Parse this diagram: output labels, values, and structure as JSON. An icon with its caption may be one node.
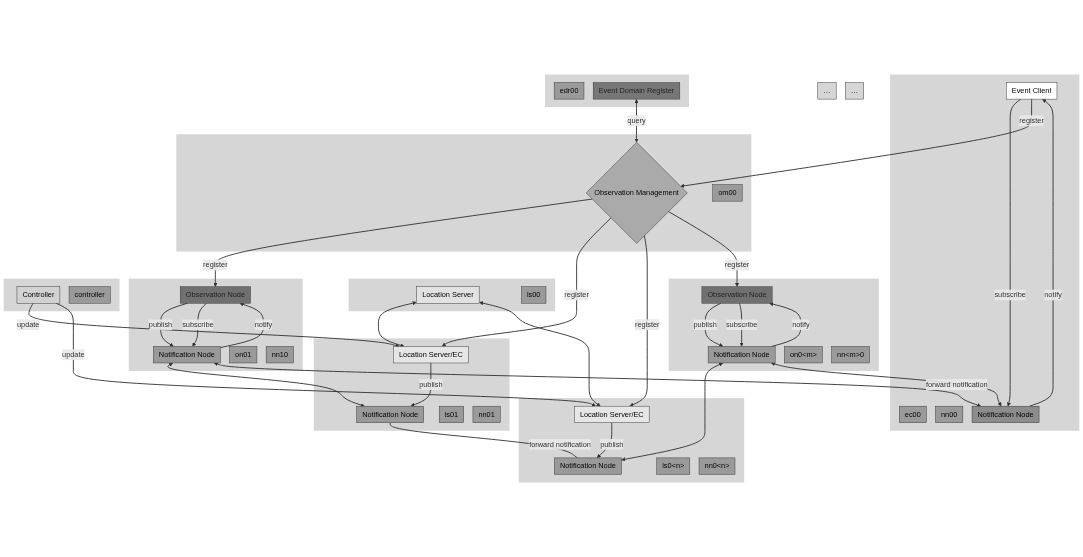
{
  "diagram": {
    "nodes": [
      {
        "text": [],
        "shape": "box"
      },
      {
        "text": [
          "ec00"
        ],
        "in": 0
      },
      {
        "text": [
          "nn00"
        ],
        "in": 0
      },
      {
        "text": [
          "Event Client"
        ],
        "in": 0
      },
      {
        "text": [
          "Notification Node"
        ],
        "in": 0
      },
      {
        "text": [],
        "shape": "box"
      },
      {
        "text": [
          "edr00"
        ],
        "in": 5
      },
      {
        "text": [
          "Event Domain Register"
        ],
        "in": 5
      },
      {
        "text": [],
        "shape": "box"
      },
      {
        "text": [
          "Observation Management"
        ],
        "in": 8
      },
      {
        "text": [
          "om00"
        ],
        "in": 8
      },
      {
        "text": [],
        "shape": "box"
      },
      {
        "text": [
          "Location Server"
        ],
        "in": 11
      },
      {
        "text": [
          "ls00"
        ],
        "in": 11
      },
      {
        "text": [],
        "shape": "box"
      },
      {
        "text": [
          "Observation Node"
        ],
        "in": 14
      },
      {
        "text": [
          "Notification Node"
        ],
        "in": 14
      },
      {
        "text": [
          "on01"
        ],
        "in": 14
      },
      {
        "text": [
          "nn10"
        ],
        "in": 14
      },
      {
        "text": [
          "…"
        ]
      },
      {
        "text": [],
        "shape": "box"
      },
      {
        "text": [
          "Observation Node"
        ],
        "in": 20
      },
      {
        "text": [
          "Notification Node"
        ],
        "in": 20
      },
      {
        "text": [
          "on0<m>"
        ],
        "in": 20
      },
      {
        "text": [
          "nn<m>0"
        ],
        "in": 20
      },
      {
        "text": [],
        "shape": "box"
      },
      {
        "text": [
          "Location Server/EC"
        ],
        "in": 25
      },
      {
        "text": [
          "Notification Node"
        ],
        "in": 25
      },
      {
        "text": [
          "ls01"
        ],
        "in": 25
      },
      {
        "text": [
          "nn01"
        ],
        "in": 25
      },
      {
        "text": [
          "…"
        ]
      },
      {
        "text": [],
        "shape": "box"
      },
      {
        "text": [
          "Location Server/EC"
        ],
        "in": 31
      },
      {
        "text": [
          "Notification Node"
        ],
        "in": 31
      },
      {
        "text": [
          "ls0<n>"
        ],
        "in": 31
      },
      {
        "text": [
          "nn0<n>"
        ],
        "in": 31
      },
      {
        "text": [],
        "shape": "box"
      },
      {
        "text": [
          "Controller"
        ],
        "in": 36
      },
      {
        "text": [
          "controller"
        ],
        "in": 36
      }
    ],
    "edges": [
      {
        "from": 3,
        "to": 4,
        "arrow": "to",
        "label": "subscribe"
      },
      {
        "from": 4,
        "to": 3,
        "arrow": "to",
        "label": "notify"
      },
      {
        "from": 7,
        "to": 9,
        "arrow": "both",
        "label": "query"
      },
      {
        "from": 3,
        "to": 9,
        "arrow": "to",
        "label": "register"
      },
      {
        "from": 9,
        "to": 15,
        "arrow": "to",
        "label": "register"
      },
      {
        "from": 9,
        "to": 26,
        "arrow": "to",
        "label": "register"
      },
      {
        "from": 9,
        "to": 32,
        "arrow": "to",
        "label": "register"
      },
      {
        "from": 9,
        "to": 21,
        "arrow": "to",
        "label": "register"
      },
      {
        "from": 15,
        "to": 16,
        "arrow": "to",
        "label": "publish"
      },
      {
        "from": 15,
        "to": 16,
        "arrow": "to",
        "label": "subscribe"
      },
      {
        "from": 16,
        "to": 15,
        "arrow": "to",
        "label": "notify"
      },
      {
        "from": 21,
        "to": 22,
        "arrow": "to",
        "label": "publish"
      },
      {
        "from": 21,
        "to": 22,
        "arrow": "to",
        "label": "subscribe"
      },
      {
        "from": 22,
        "to": 21,
        "arrow": "to",
        "label": "notify"
      },
      {
        "from": 16,
        "to": 27,
        "arrow": "both"
      },
      {
        "from": 22,
        "to": 33,
        "arrow": "both"
      },
      {
        "from": 16,
        "to": 4,
        "arrow": "both",
        "label": "forward notification"
      },
      {
        "from": 22,
        "to": 4,
        "arrow": "both"
      },
      {
        "from": 27,
        "to": 33,
        "arrow": "none",
        "label": "forward notification"
      },
      {
        "from": 12,
        "to": 26,
        "arrow": "both"
      },
      {
        "from": 12,
        "to": 32,
        "arrow": "both"
      },
      {
        "from": 37,
        "to": 26,
        "arrow": "to",
        "label": "update"
      },
      {
        "from": 37,
        "to": 32,
        "arrow": "to",
        "label": "update"
      },
      {
        "from": 26,
        "to": 27,
        "arrow": "to",
        "label": "publish"
      },
      {
        "from": 32,
        "to": 33,
        "arrow": "to",
        "label": "publish"
      }
    ]
  }
}
